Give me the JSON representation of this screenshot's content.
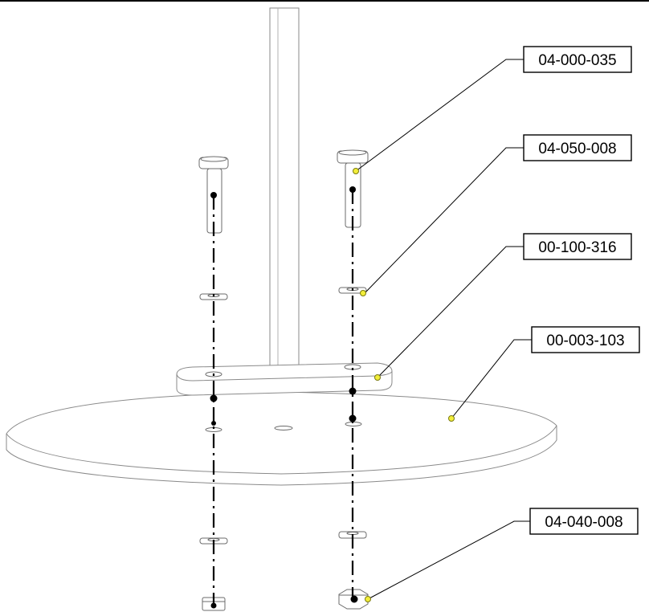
{
  "callouts": {
    "screw": "04-000-035",
    "washer": "04-050-008",
    "bracket": "00-100-316",
    "base_plate": "00-003-103",
    "nut": "04-040-008"
  },
  "colors": {
    "callout_dot": "#f2ee3a",
    "line": "#000000",
    "part_outline": "#6b6b6b"
  }
}
